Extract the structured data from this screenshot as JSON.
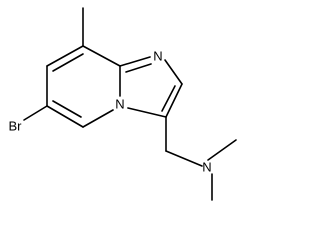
{
  "molecule": {
    "atoms": {
      "nitrogen_imine": "N",
      "nitrogen_bridgehead": "N",
      "nitrogen_amine": "N",
      "bromine": "Br"
    }
  }
}
